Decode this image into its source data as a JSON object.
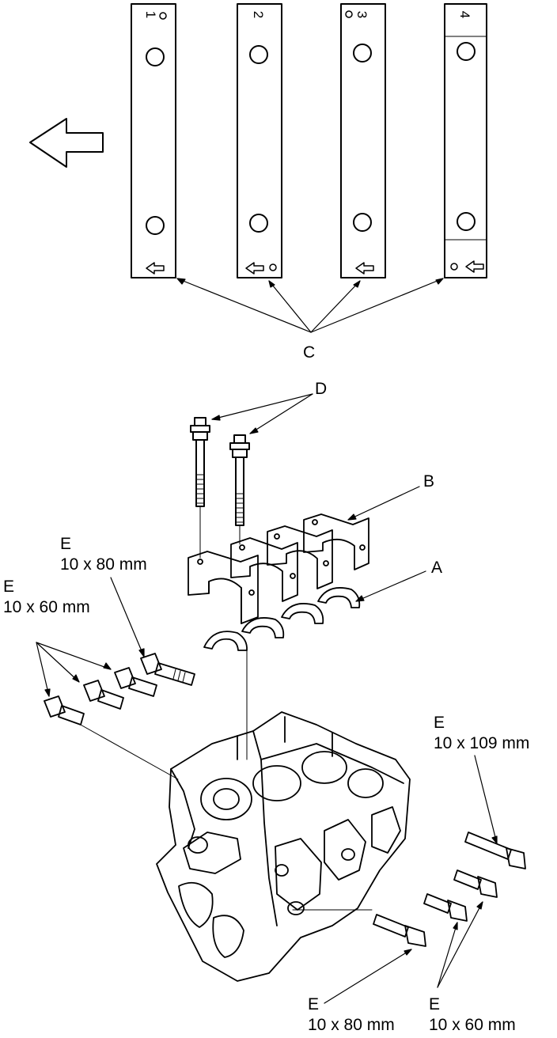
{
  "caps": [
    {
      "number": "1",
      "dot": "top"
    },
    {
      "number": "2",
      "dot": "bottom"
    },
    {
      "number": "3",
      "dot": "top"
    },
    {
      "number": "4",
      "dot": "bottom"
    }
  ],
  "labels": {
    "A": "A",
    "B": "B",
    "C": "C",
    "D": "D",
    "E_upper_60": {
      "letter": "E",
      "size": "10 x 60 mm"
    },
    "E_upper_80": {
      "letter": "E",
      "size": "10 x 80 mm"
    },
    "E_right_109": {
      "letter": "E",
      "size": "10 x 109 mm"
    },
    "E_lower_80": {
      "letter": "E",
      "size": "10 x 80 mm"
    },
    "E_lower_60": {
      "letter": "E",
      "size": "10 x 60 mm"
    }
  }
}
